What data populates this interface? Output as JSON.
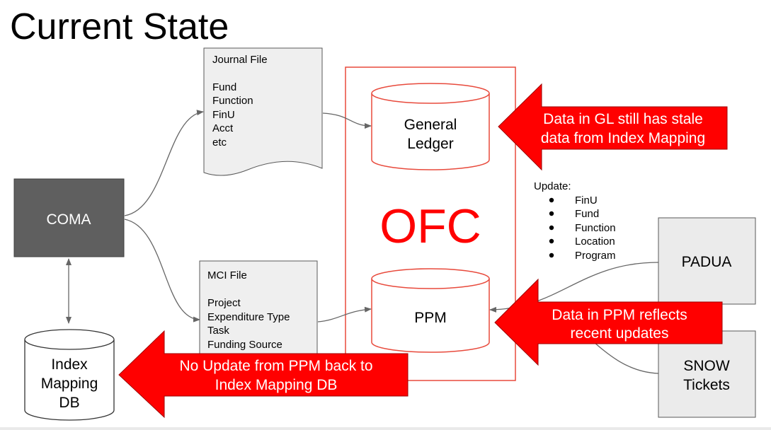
{
  "title": "Current State",
  "colors": {
    "accent": "#ff0000",
    "coma_box": "#5f5f5f",
    "doc_fill": "#efefef",
    "box_fill": "#ebebeb",
    "connector": "#666666"
  },
  "coma": {
    "label": "COMA"
  },
  "journal_file": {
    "title": "Journal File",
    "fields": [
      "Fund",
      "Function",
      "FinU",
      "Acct",
      "etc"
    ]
  },
  "mci_file": {
    "title": "MCI File",
    "fields": [
      "Project",
      "Expenditure Type",
      "Task",
      "Funding Source"
    ]
  },
  "ofc": {
    "label": "OFC",
    "general_ledger": {
      "line1": "General",
      "line2": "Ledger"
    },
    "ppm": {
      "label": "PPM"
    }
  },
  "index_db": {
    "line1": "Index",
    "line2": "Mapping",
    "line3": "DB"
  },
  "padua": {
    "label": "PADUA"
  },
  "snow": {
    "line1": "SNOW",
    "line2": "Tickets"
  },
  "update_list": {
    "title": "Update:",
    "items": [
      "FinU",
      "Fund",
      "Function",
      "Location",
      "Program"
    ]
  },
  "callouts": {
    "gl": {
      "line1": "Data in GL still has stale",
      "line2": "data from Index Mapping"
    },
    "ppm": {
      "line1": "Data in PPM reflects",
      "line2": "recent updates"
    },
    "db": {
      "line1": "No Update from PPM back to",
      "line2": "Index Mapping DB"
    }
  }
}
